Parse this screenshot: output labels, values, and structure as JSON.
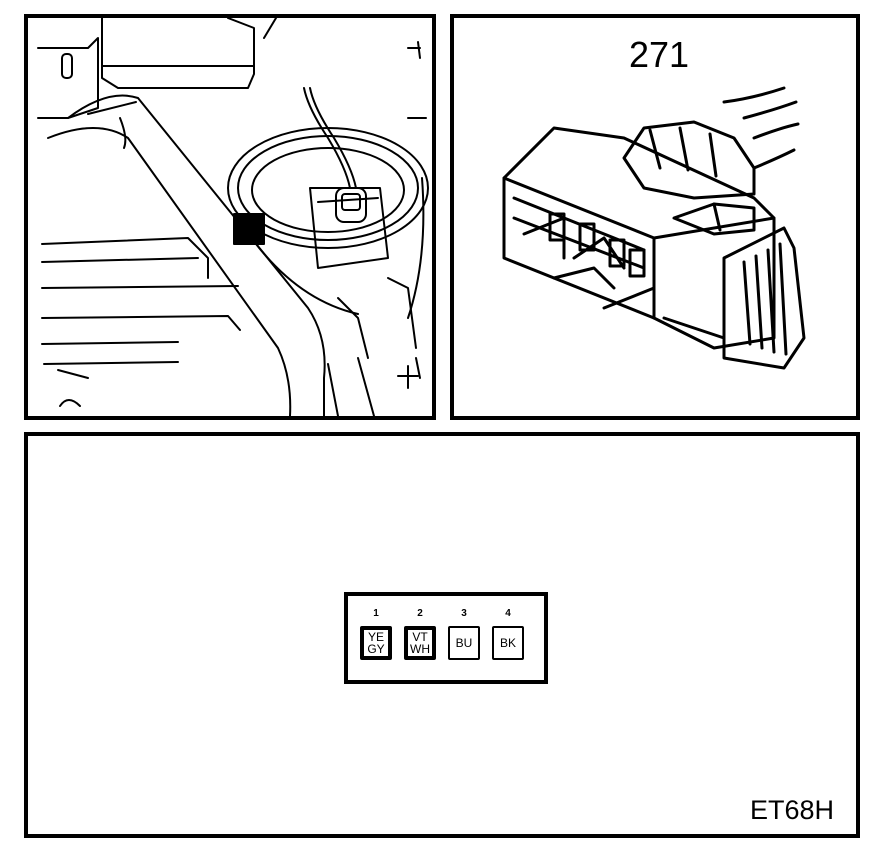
{
  "connector": {
    "number": "271",
    "pins": [
      {
        "number": "1",
        "color_lines": [
          "YE",
          "GY"
        ],
        "highlighted": true
      },
      {
        "number": "2",
        "color_lines": [
          "VT",
          "WH"
        ],
        "highlighted": true
      },
      {
        "number": "3",
        "color_lines": [
          "BU"
        ],
        "highlighted": false
      },
      {
        "number": "4",
        "color_lines": [
          "BK"
        ],
        "highlighted": false
      }
    ]
  },
  "figure_code": "ET68H",
  "colors": {
    "line": "#000000",
    "background": "#ffffff"
  },
  "icons": [
    "engine-bay-illustration",
    "connector-illustration"
  ]
}
